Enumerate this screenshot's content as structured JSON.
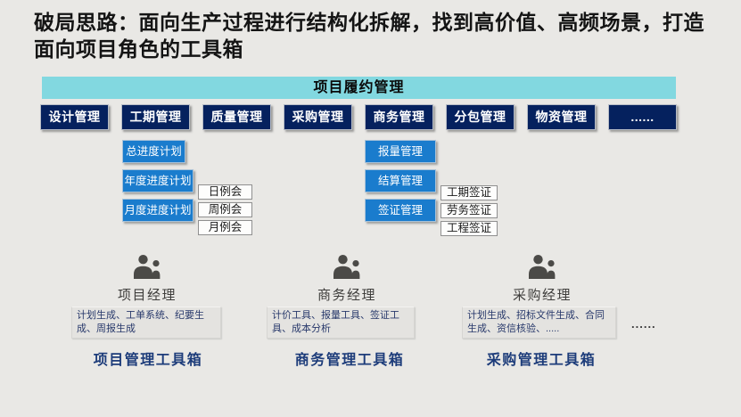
{
  "title_lines": [
    "破局思路：面向生产过程进行结构化拆解，找到高价值、高频场景，打造",
    "面向项目角色的工具箱"
  ],
  "banner": {
    "label": "项目履约管理"
  },
  "categories": [
    "设计管理",
    "工期管理",
    "质量管理",
    "采购管理",
    "商务管理",
    "分包管理",
    "物资管理",
    "......"
  ],
  "schedule_items": [
    "总进度计划",
    "年度进度计划",
    "月度进度计划"
  ],
  "meeting_items": [
    "日例会",
    "周例会",
    "月例会"
  ],
  "commerce_items": [
    "报量管理",
    "结算管理",
    "签证管理"
  ],
  "visa_items": [
    "工期签证",
    "劳务签证",
    "工程签证"
  ],
  "roles": [
    {
      "name": "项目经理",
      "tools": "计划生成、工单系统、纪要生成、周报生成",
      "toolbox": "项目管理工具箱"
    },
    {
      "name": "商务经理",
      "tools": "计价工具、报量工具、签证工具、成本分析",
      "toolbox": "商务管理工具箱"
    },
    {
      "name": "采购经理",
      "tools": "计划生成、招标文件生成、合同生成、资信核验、.....",
      "toolbox": "采购管理工具箱"
    }
  ],
  "misc": {
    "ellipsis": "......"
  },
  "colors": {
    "background": "#e9e8e5",
    "banner_cyan": "#82d8e0",
    "category_navy": "#05215e",
    "subitem_blue": "#1a7ccd",
    "toolbox_text_navy": "#1d3c7a",
    "icon_gray": "#4b4a47"
  }
}
